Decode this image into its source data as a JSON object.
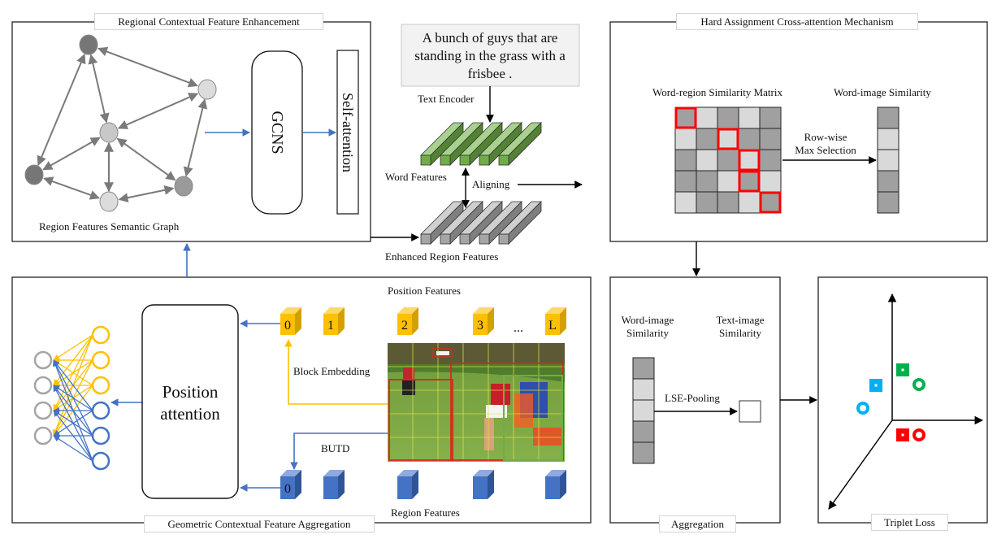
{
  "modules": {
    "rcfe": {
      "title": "Regional Contextual Feature Enhancement",
      "graph_label": "Region Features Semantic Graph",
      "gcn_label": "GCNS",
      "self_attention_label": "Self-attention",
      "graph_nodes": [
        {
          "id": 0,
          "shade": "dark"
        },
        {
          "id": 1,
          "shade": "light"
        },
        {
          "id": 2,
          "shade": "medium"
        },
        {
          "id": 3,
          "shade": "dark"
        },
        {
          "id": 4,
          "shade": "light"
        },
        {
          "id": 5,
          "shade": "medium-dark"
        }
      ],
      "graph_edges": [
        [
          0,
          1
        ],
        [
          0,
          2
        ],
        [
          0,
          3
        ],
        [
          1,
          2
        ],
        [
          1,
          5
        ],
        [
          2,
          3
        ],
        [
          2,
          4
        ],
        [
          2,
          5
        ],
        [
          3,
          4
        ],
        [
          4,
          5
        ]
      ]
    },
    "text": {
      "caption": "A bunch of guys that are standing in the grass with a frisbee .",
      "caption_lines": [
        "A bunch of guys that are",
        "standing in the grass with a",
        "frisbee ."
      ],
      "encoder_label": "Text Encoder",
      "word_features_label": "Word Features",
      "aligning_label": "Aligning",
      "enhanced_region_label": "Enhanced Region Features",
      "word_feature_count": 5,
      "region_feature_count": 5
    },
    "hacm": {
      "title": "Hard Assignment Cross-attention Mechanism",
      "matrix_label": "Word-region Similarity Matrix",
      "vector_label": "Word-image Similarity",
      "arrow_label_lines": [
        "Row-wise",
        "Max Selection"
      ],
      "matrix": [
        [
          "dark",
          "light",
          "dark",
          "light",
          "dark"
        ],
        [
          "light",
          "dark",
          "light",
          "dark",
          "dark"
        ],
        [
          "dark",
          "light",
          "dark",
          "light",
          "dark"
        ],
        [
          "dark",
          "dark",
          "light",
          "dark",
          "light"
        ],
        [
          "light",
          "dark",
          "dark",
          "light",
          "dark"
        ]
      ],
      "highlighted_cells": [
        [
          0,
          0
        ],
        [
          1,
          2
        ],
        [
          2,
          3
        ],
        [
          3,
          3
        ],
        [
          4,
          4
        ]
      ],
      "vector": [
        "dark",
        "light",
        "light",
        "dark",
        "dark"
      ]
    },
    "gcfa": {
      "title": "Geometric Contextual Feature Aggregation",
      "position_attention_lines": [
        "Position",
        "attention"
      ],
      "position_features_label": "Position Features",
      "position_feature_labels": [
        "0",
        "1",
        "2",
        "3",
        "L"
      ],
      "ellipsis": "...",
      "block_embedding_label": "Block Embedding",
      "butd_label": "BUTD",
      "region_features_label": "Region Features",
      "region_feature_labels": [
        "0",
        "",
        "",
        "",
        ""
      ],
      "network": {
        "left_nodes": 4,
        "right_yellow_nodes": 3,
        "right_blue_nodes": 3
      }
    },
    "aggregation": {
      "title": "Aggregation",
      "word_image_label_lines": [
        "Word-image",
        "Similarity"
      ],
      "text_image_label_lines": [
        "Text-image",
        "Similarity"
      ],
      "pooling_label": "LSE-Pooling",
      "vector": [
        "dark",
        "light",
        "light",
        "dark",
        "dark"
      ]
    },
    "triplet": {
      "title": "Triplet Loss",
      "points": [
        {
          "shape": "square",
          "color": "#00b050"
        },
        {
          "shape": "circle",
          "color": "#00b050"
        },
        {
          "shape": "square",
          "color": "#00b0f0"
        },
        {
          "shape": "circle",
          "color": "#00b0f0"
        },
        {
          "shape": "square",
          "color": "#ff0000"
        },
        {
          "shape": "circle",
          "color": "#ff0000"
        }
      ]
    }
  },
  "colors": {
    "blue_arrow": "#4472c4",
    "yellow": "#ffc000",
    "green_front": "#70ad47",
    "green_top": "#a9d18e",
    "green_side": "#548235",
    "gray_front": "#a5a5a5",
    "gray_top": "#d0d0d0",
    "gray_side": "#7f7f7f",
    "cell_dark": "#a0a0a0",
    "cell_light": "#d9d9d9",
    "highlight": "#ff0000",
    "node_dark": "#767676",
    "node_medium": "#c8c8c8",
    "node_medium_dark": "#9a9a9a",
    "node_light": "#dcdcdc",
    "caption_bg": "#f2f2f2",
    "region_blue": "#4472c4"
  }
}
